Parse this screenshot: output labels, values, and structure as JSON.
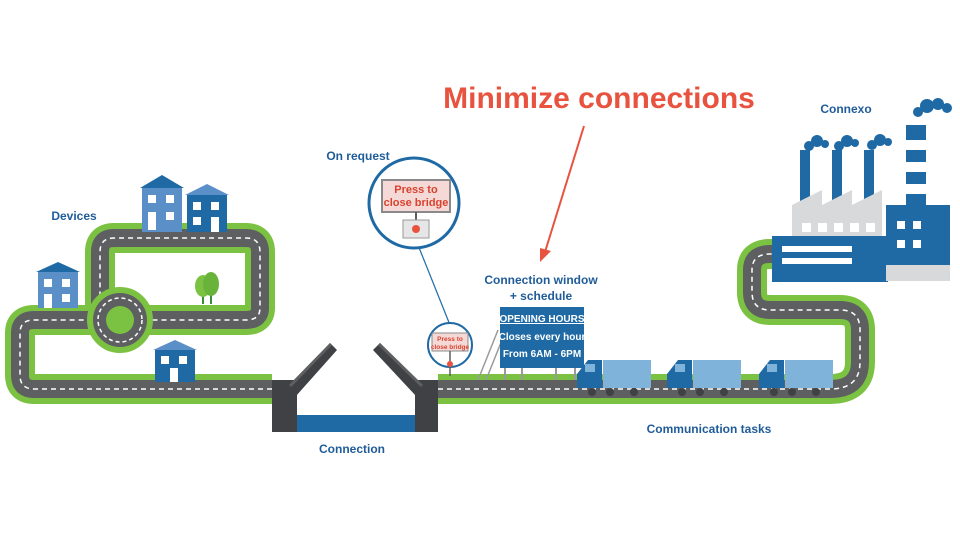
{
  "headline": "Minimize connections",
  "labels": {
    "devices": "Devices",
    "on_request": "On request",
    "connexo": "Connexo",
    "connection": "Connection",
    "connection_window_line1": "Connection window",
    "connection_window_line2": "+ schedule",
    "communication_tasks": "Communication tasks"
  },
  "bridge_sign": {
    "line1": "Press to",
    "line2": "close bridge",
    "small_line1": "Press to",
    "small_line2": "close bridge"
  },
  "opening_hours": {
    "title": "OPENING HOURS",
    "line1": "Closes every hour",
    "line2": "From 6AM - 6PM"
  },
  "colors": {
    "road_border": "#7cc242",
    "road": "#5d5f61",
    "house_light": "#5b8fc7",
    "house_dark": "#1f6aa5",
    "truck": "#1f6aa5",
    "truck_cargo": "#7fb3d9",
    "headline": "#e8533f",
    "label": "#1f5c99",
    "water": "#1f6aa5"
  }
}
